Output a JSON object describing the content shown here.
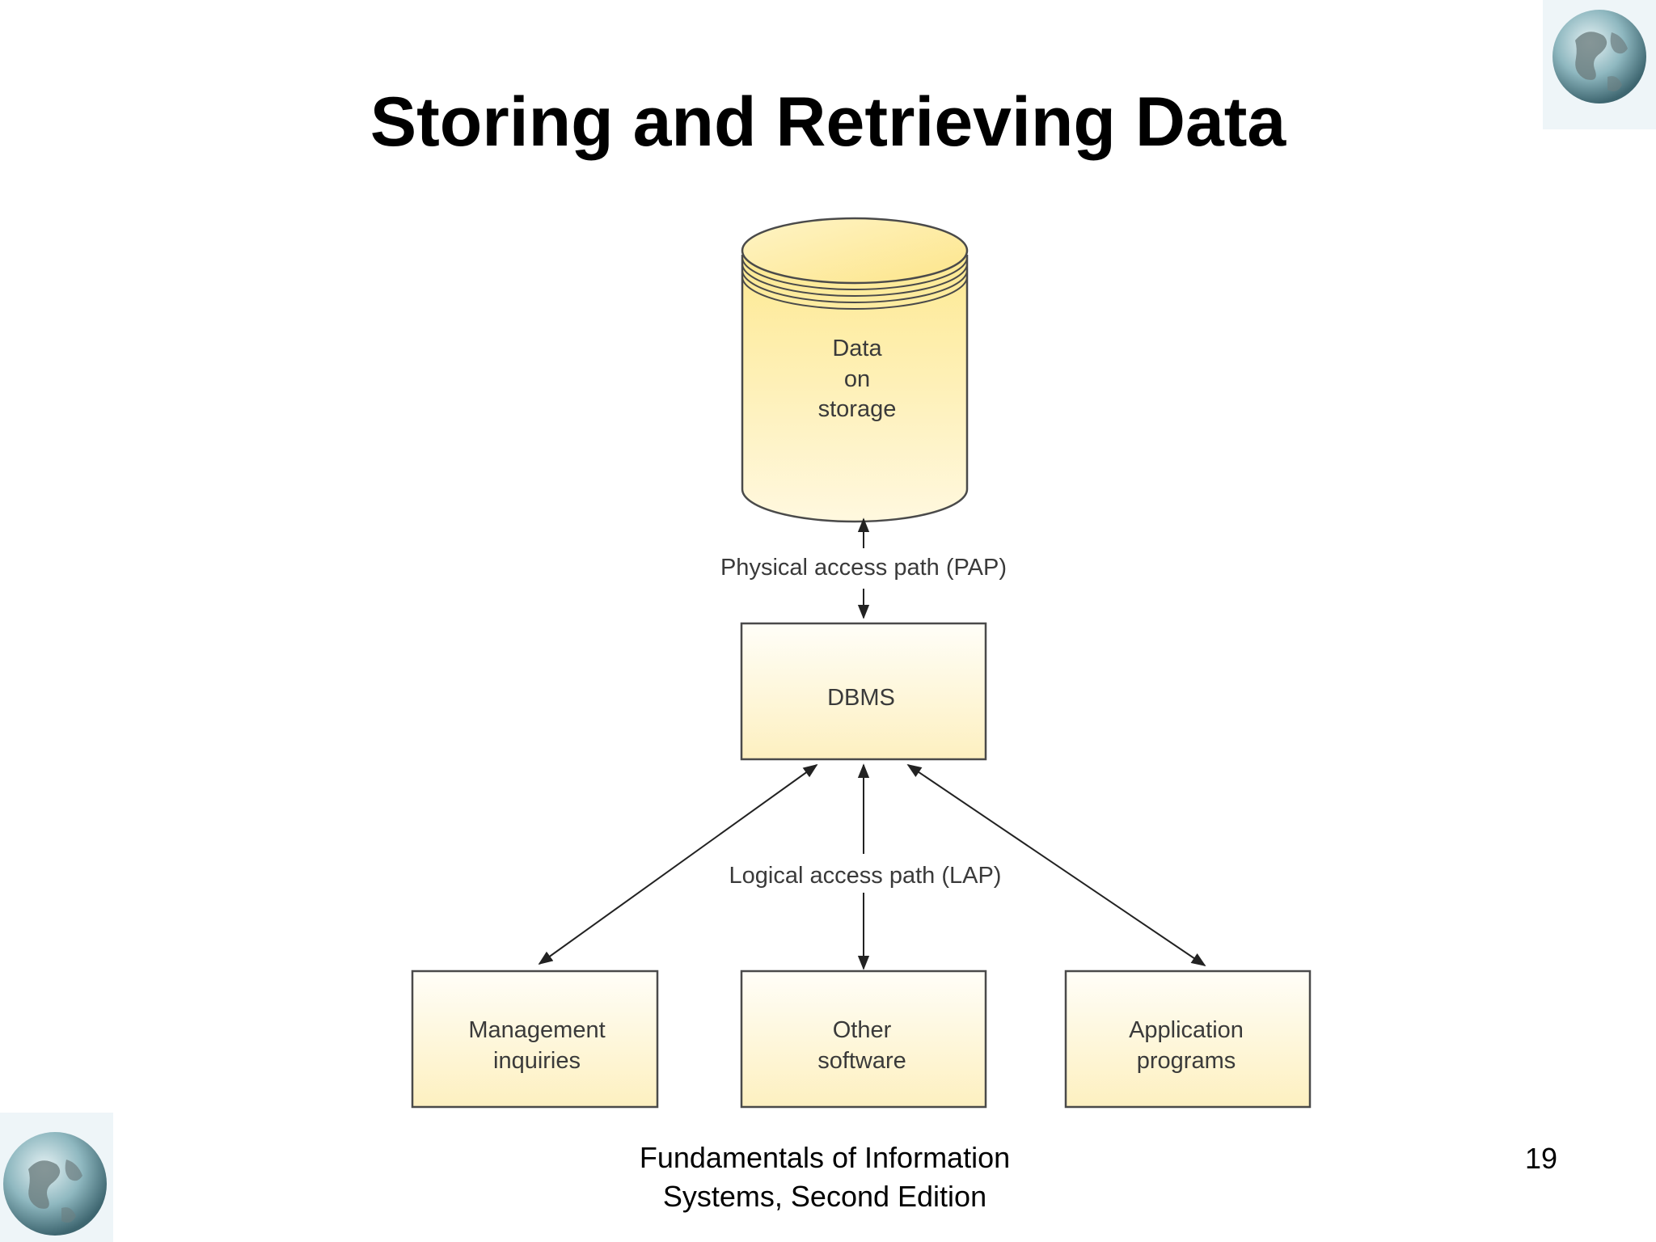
{
  "slide": {
    "title": "Storing and Retrieving Data",
    "footer_line1": "Fundamentals of Information",
    "footer_line2": "Systems, Second Edition",
    "page_number": "19"
  },
  "diagram": {
    "storage": {
      "line1": "Data",
      "line2": "on",
      "line3": "storage"
    },
    "pap_label": "Physical access path (PAP)",
    "dbms_label": "DBMS",
    "lap_label": "Logical access path (LAP)",
    "nodes": [
      {
        "line1": "Management",
        "line2": "inquiries"
      },
      {
        "line1": "Other",
        "line2": "software"
      },
      {
        "line1": "Application",
        "line2": "programs"
      }
    ]
  },
  "colors": {
    "cylinder_top": "#fde992",
    "cylinder_bottom": "#fff9e0",
    "box_top": "#fffef8",
    "box_bottom": "#fdf1c2",
    "outline": "#4a4a4a"
  },
  "icons": [
    "globe-icon"
  ]
}
